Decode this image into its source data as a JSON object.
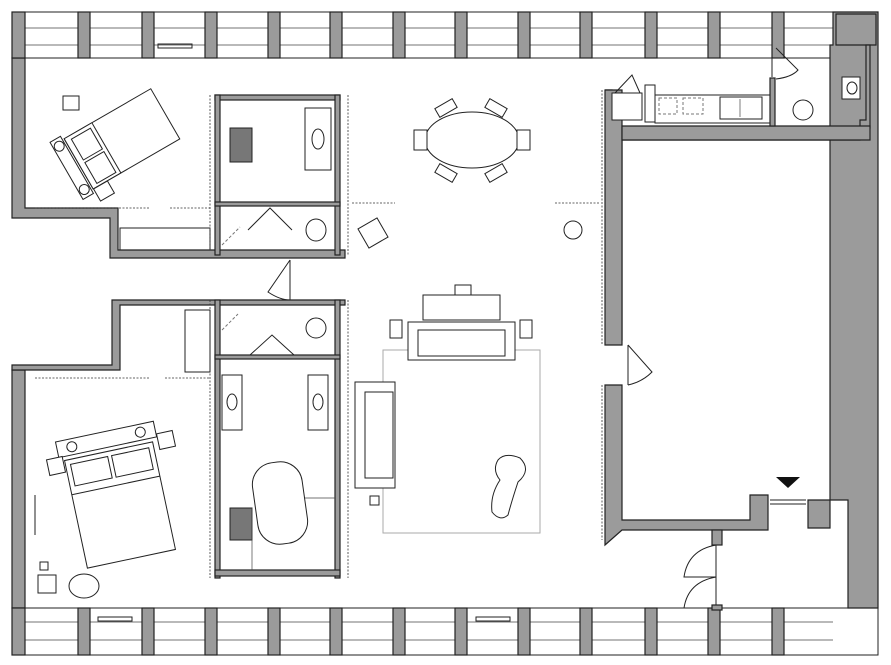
{
  "plan": {
    "type": "floor-plan",
    "colors": {
      "wall": "#9b9b9b",
      "line": "#222222",
      "rug": "#aaaaaa",
      "background": "#ffffff"
    },
    "rooms": [
      "bedroom-upper",
      "bathroom-upper",
      "dining",
      "kitchen",
      "wc",
      "living",
      "bathroom-lower",
      "bedroom-lower",
      "entrance"
    ]
  }
}
